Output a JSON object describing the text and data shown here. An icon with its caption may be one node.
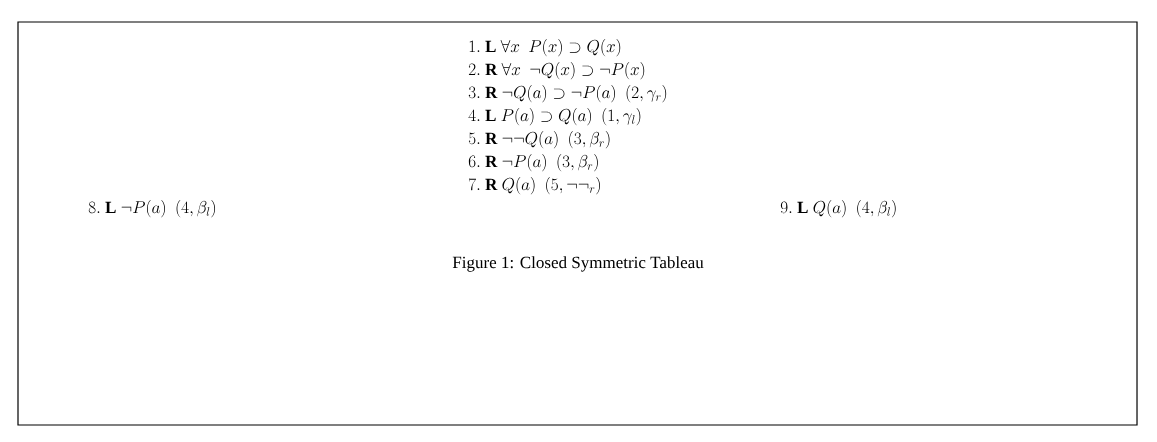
{
  "diagram": {
    "caption": "Figure 1: Closed Symmetric Tableau",
    "labels": [
      "1.\\ \\mathbf{L}\\ \\forall x\\ \\ P(x)\\supset Q(x)",
      "2.\\ \\mathbf{R}\\ \\forall x\\ \\ \\neg Q(x)\\supset\\neg P(x)",
      "3.\\ \\mathbf{R}\\ \\neg Q(a)\\supset\\neg P(a)\\ \\ (2,\\gamma_r)",
      "4.\\ \\mathbf{L}\\ P(a)\\supset Q(a)\\ \\ (1,\\gamma_l)",
      "5.\\ \\mathbf{R}\\ \\neg\\neg Q(a)\\ \\ (3,\\beta_r)",
      "6.\\ \\mathbf{R}\\ \\neg P(a)\\ \\ (3,\\beta_r)",
      "7.\\ \\mathbf{R}\\ Q(a)\\ \\ (5,\\neg\\neg_r)",
      "8.\\ \\mathbf{L}\\ \\neg P(a)\\ \\ (4,\\beta_l)",
      "9.\\ \\mathbf{L}\\ Q(a)\\ \\ (4,\\beta_l)"
    ]
  }
}
